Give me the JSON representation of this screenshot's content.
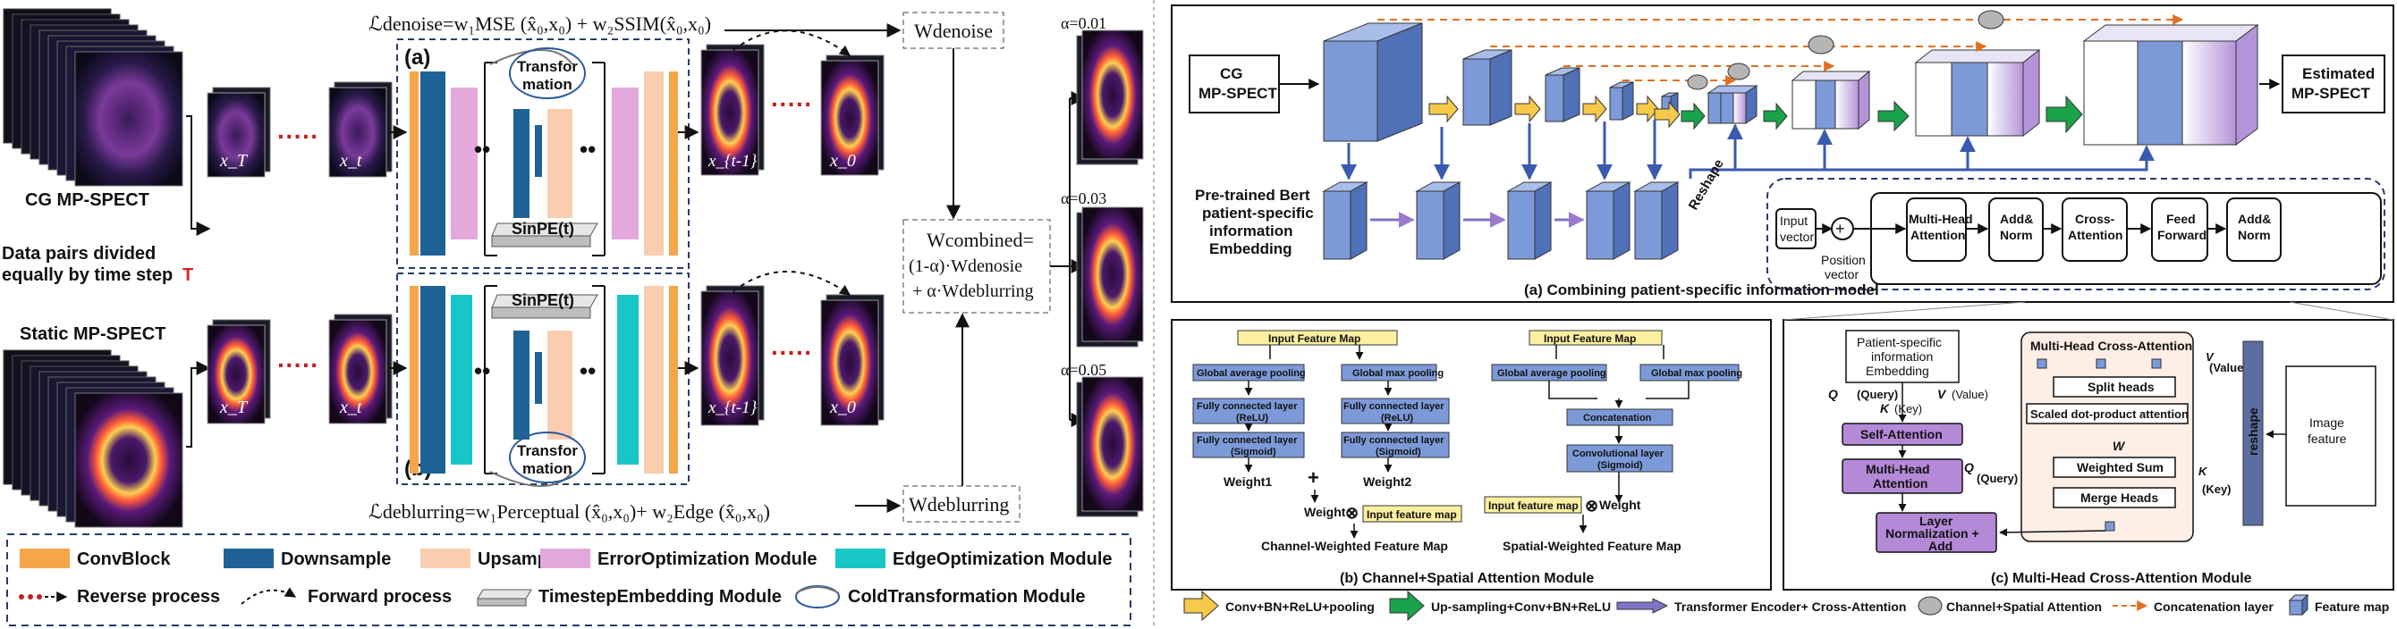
{
  "left_panel": {
    "loss_denoise": "ℒdenoise=w₁MSE (x̂₀,x₀) + w₂SSIM(x̂₀,x₀)",
    "loss_deblurring": "ℒdeblurring=w₁Perceptual (x̂₀,x₀)+ w₂Edge (x̂₀,x₀)",
    "label_cg": "CG MP-SPECT",
    "label_static": "Static MP-SPECT",
    "data_pairs_line1": "Data pairs divided",
    "data_pairs_line2": "equally by time step",
    "data_pairs_T": "T",
    "sub_a": "(a)",
    "sub_b": "(b)",
    "transformation": "Transfor mation",
    "transformation_l1": "Transfor",
    "transformation_l2": "mation",
    "sinpe": "SinPE(t)",
    "x_T": "x_T",
    "x_t": "x_t",
    "x_t_minus_1": "x_{t-1}",
    "x_0": "x_0",
    "w_denoise": "Wdenoise",
    "w_deblurring": "Wdeblurring",
    "w_combined_l1": "Wcombined=",
    "w_combined_l2": "(1-α)·Wdenosie",
    "w_combined_l3": "+ α·Wdeblurring",
    "alpha_values": [
      "α=0.01",
      "α=0.03",
      "α=0.05"
    ]
  },
  "legend_left": {
    "items": [
      {
        "label": "ConvBlock",
        "color": "#f5a54a"
      },
      {
        "label": "Downsample",
        "color": "#1f6296"
      },
      {
        "label": "Upsample",
        "color": "#f9cdb0"
      },
      {
        "label": "ErrorOptimization Module",
        "color": "#e3a8dc"
      },
      {
        "label": "EdgeOptimization Module",
        "color": "#19c6c6"
      },
      {
        "label": "Reverse process",
        "icon": "reverse-arrow"
      },
      {
        "label": "Forward process",
        "icon": "forward-arc"
      },
      {
        "label": "TimestepEmbedding Module",
        "icon": "slab"
      },
      {
        "label": "ColdTransformation Module",
        "icon": "cycle"
      }
    ]
  },
  "panel_a": {
    "caption": "(a) Combining patient-specific information model",
    "cg_label_l1": "CG",
    "cg_label_l2": "MP-SPECT",
    "estimated_l1": "Estimated",
    "estimated_l2": "MP-SPECT",
    "bert_l1": "Pre-trained Bert",
    "bert_l2": "patient-specific",
    "bert_l3": "information",
    "bert_l4": "Embedding",
    "reshape": "Reshape",
    "input_vector_l1": "Input",
    "input_vector_l2": "vector",
    "position_vector_l1": "Position",
    "position_vector_l2": "vector",
    "mha_l1": "Multi-Head",
    "mha_l2": "Attention",
    "addnorm_l1": "Add&",
    "addnorm_l2": "Norm",
    "cross_l1": "Cross-",
    "cross_l2": "Attention",
    "ff_l1": "Feed",
    "ff_l2": "Forward"
  },
  "panel_b": {
    "caption": "(b) Channel+Spatial Attention Module",
    "input_map": "Input Feature Map",
    "gap": "Global average pooling",
    "gmp": "Global max pooling",
    "fc_relu_l1": "Fully connected layer",
    "fc_relu_l2": "(ReLU)",
    "fc_sig_l1": "Fully connected layer",
    "fc_sig_l2": "(Sigmoid)",
    "weight1": "Weight1",
    "weight2": "Weight2",
    "weight": "Weight",
    "input_map_small": "Input feature map",
    "channel_out": "Channel-Weighted Feature Map",
    "concat": "Concatenation",
    "conv_l1": "Convolutional layer",
    "conv_l2": "(Sigmoid)",
    "spatial_out": "Spatial-Weighted Feature Map",
    "plus": "+",
    "otimes": "⊗"
  },
  "panel_c": {
    "caption": "(c) Multi-Head Cross-Attention Module",
    "psi_l1": "Patient-specific",
    "psi_l2": "information",
    "psi_l3": "Embedding",
    "qp": "Q",
    "query": "(Query)",
    "kp": "K",
    "key": "(Key)",
    "vp": "V",
    "value": "(Value)",
    "self_attention": "Self-Attention",
    "mha_l1": "Multi-Head",
    "mha_l2": "Attention",
    "ln_l1": "Layer",
    "ln_l2": "Normalization +",
    "ln_l3": "Add",
    "mhca_title": "Multi-Head Cross-Attention",
    "split_heads": "Split heads",
    "sdpa": "Scaled dot-product attention",
    "w_softmax": "W",
    "weighted_sum": "Weighted Sum",
    "merge_heads": "Merge Heads",
    "reshape": "reshape",
    "image_feature_l1": "Image",
    "image_feature_l2": "feature",
    "qf": "Q",
    "qf_query": "(Query)",
    "kf": "K",
    "kf_key": "(Key)",
    "vf": "V",
    "vf_value": "(Value)"
  },
  "legend_bottom": {
    "items": [
      {
        "label": "Conv+BN+ReLU+pooling",
        "icon": "yellow-arrow",
        "color": "#f6c94a"
      },
      {
        "label": "Up-sampling+Conv+BN+ReLU",
        "icon": "green-arrow",
        "color": "#1aa34a"
      },
      {
        "label": "Transformer Encoder+ Cross-Attention",
        "icon": "purple-arrow",
        "color": "#7d74c8"
      },
      {
        "label": "Channel+Spatial Attention",
        "icon": "gray-circle",
        "color": "#b5b5b5"
      },
      {
        "label": "Concatenation layer",
        "icon": "orange-dashed-arrow",
        "color": "#e07020"
      },
      {
        "label": "Feature map",
        "icon": "blue-cube",
        "color": "#7d9ad8"
      }
    ]
  },
  "colors": {
    "navy_dash": "#2a3a6a",
    "cube_front": "#7d9ad8",
    "cube_top": "#a9bdea",
    "cube_side": "#5070b8",
    "purple_box": "#b489d8",
    "purple_dark": "#7a4fb0",
    "yellow_box": "#fbf0a0",
    "orange": "#e07020"
  }
}
